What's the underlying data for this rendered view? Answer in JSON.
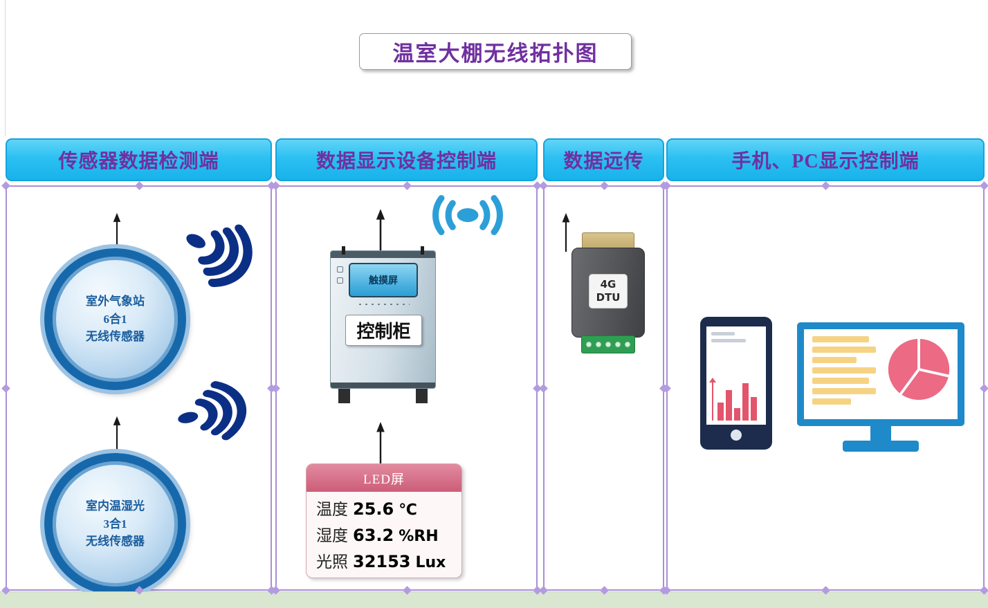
{
  "page": {
    "title": "温室大棚无线拓扑图"
  },
  "colors": {
    "header_bg": "#30c3f3",
    "header_text": "#7030a0",
    "panel_border": "#a98fd4",
    "signal_navy": "#0c2f86",
    "signal_blue": "#2d9fd8",
    "sensor_ring": "#1668ab",
    "led_header_bg": "#cc5d78",
    "dtu_body": "#515356",
    "dtu_cap": "#c8b27c",
    "dtu_terminal": "#2f9e53",
    "phone_frame": "#1d2c4c",
    "monitor_frame": "#1f8ac9",
    "chart_bar": "#e2556b",
    "chart_pie": "#ec6a84",
    "chart_line": "#f6d383"
  },
  "columns": [
    {
      "header": "传感器数据检测端"
    },
    {
      "header": "数据显示设备控制端"
    },
    {
      "header": "数据远传"
    },
    {
      "header": "手机、PC显示控制端"
    }
  ],
  "sensors": [
    {
      "line1": "室外气象站",
      "line2": "6合1",
      "line3": "无线传感器"
    },
    {
      "line1": "室内温湿光",
      "line2": "3合1",
      "line3": "无线传感器"
    }
  ],
  "cabinet": {
    "screen_label": "触摸屏",
    "body_label": "控制柜"
  },
  "led_panel": {
    "header": "LED屏",
    "readings": [
      {
        "label": "温度",
        "value": "25.6",
        "unit": "℃"
      },
      {
        "label": "湿度",
        "value": "63.2",
        "unit": "%RH"
      },
      {
        "label": "光照",
        "value": "32153",
        "unit": "Lux"
      }
    ]
  },
  "dtu": {
    "line1": "4G",
    "line2": "DTU"
  }
}
